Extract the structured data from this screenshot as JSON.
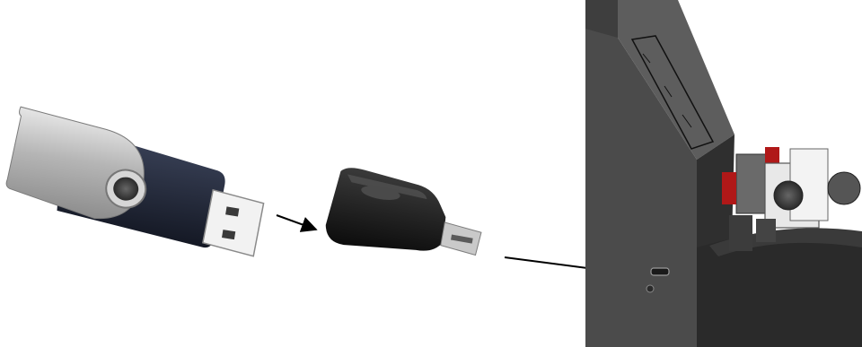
{
  "figure": {
    "steps": [
      {
        "id": "usb-flash-drive"
      },
      {
        "id": "usb-a-to-micro-usb-adapter"
      },
      {
        "id": "device-micro-usb-port"
      }
    ],
    "arrows": [
      {
        "from": "usb-flash-drive",
        "to": "usb-a-to-micro-usb-adapter"
      },
      {
        "from": "usb-a-to-micro-usb-adapter",
        "to": "device-micro-usb-port"
      }
    ],
    "colors": {
      "drive_metal": "#b9b9b9",
      "drive_body": "#1c2233",
      "adapter_body": "#151515",
      "device_panel": "#4d4d4d",
      "device_dark": "#2a2a2a",
      "arrow": "#000000"
    }
  }
}
